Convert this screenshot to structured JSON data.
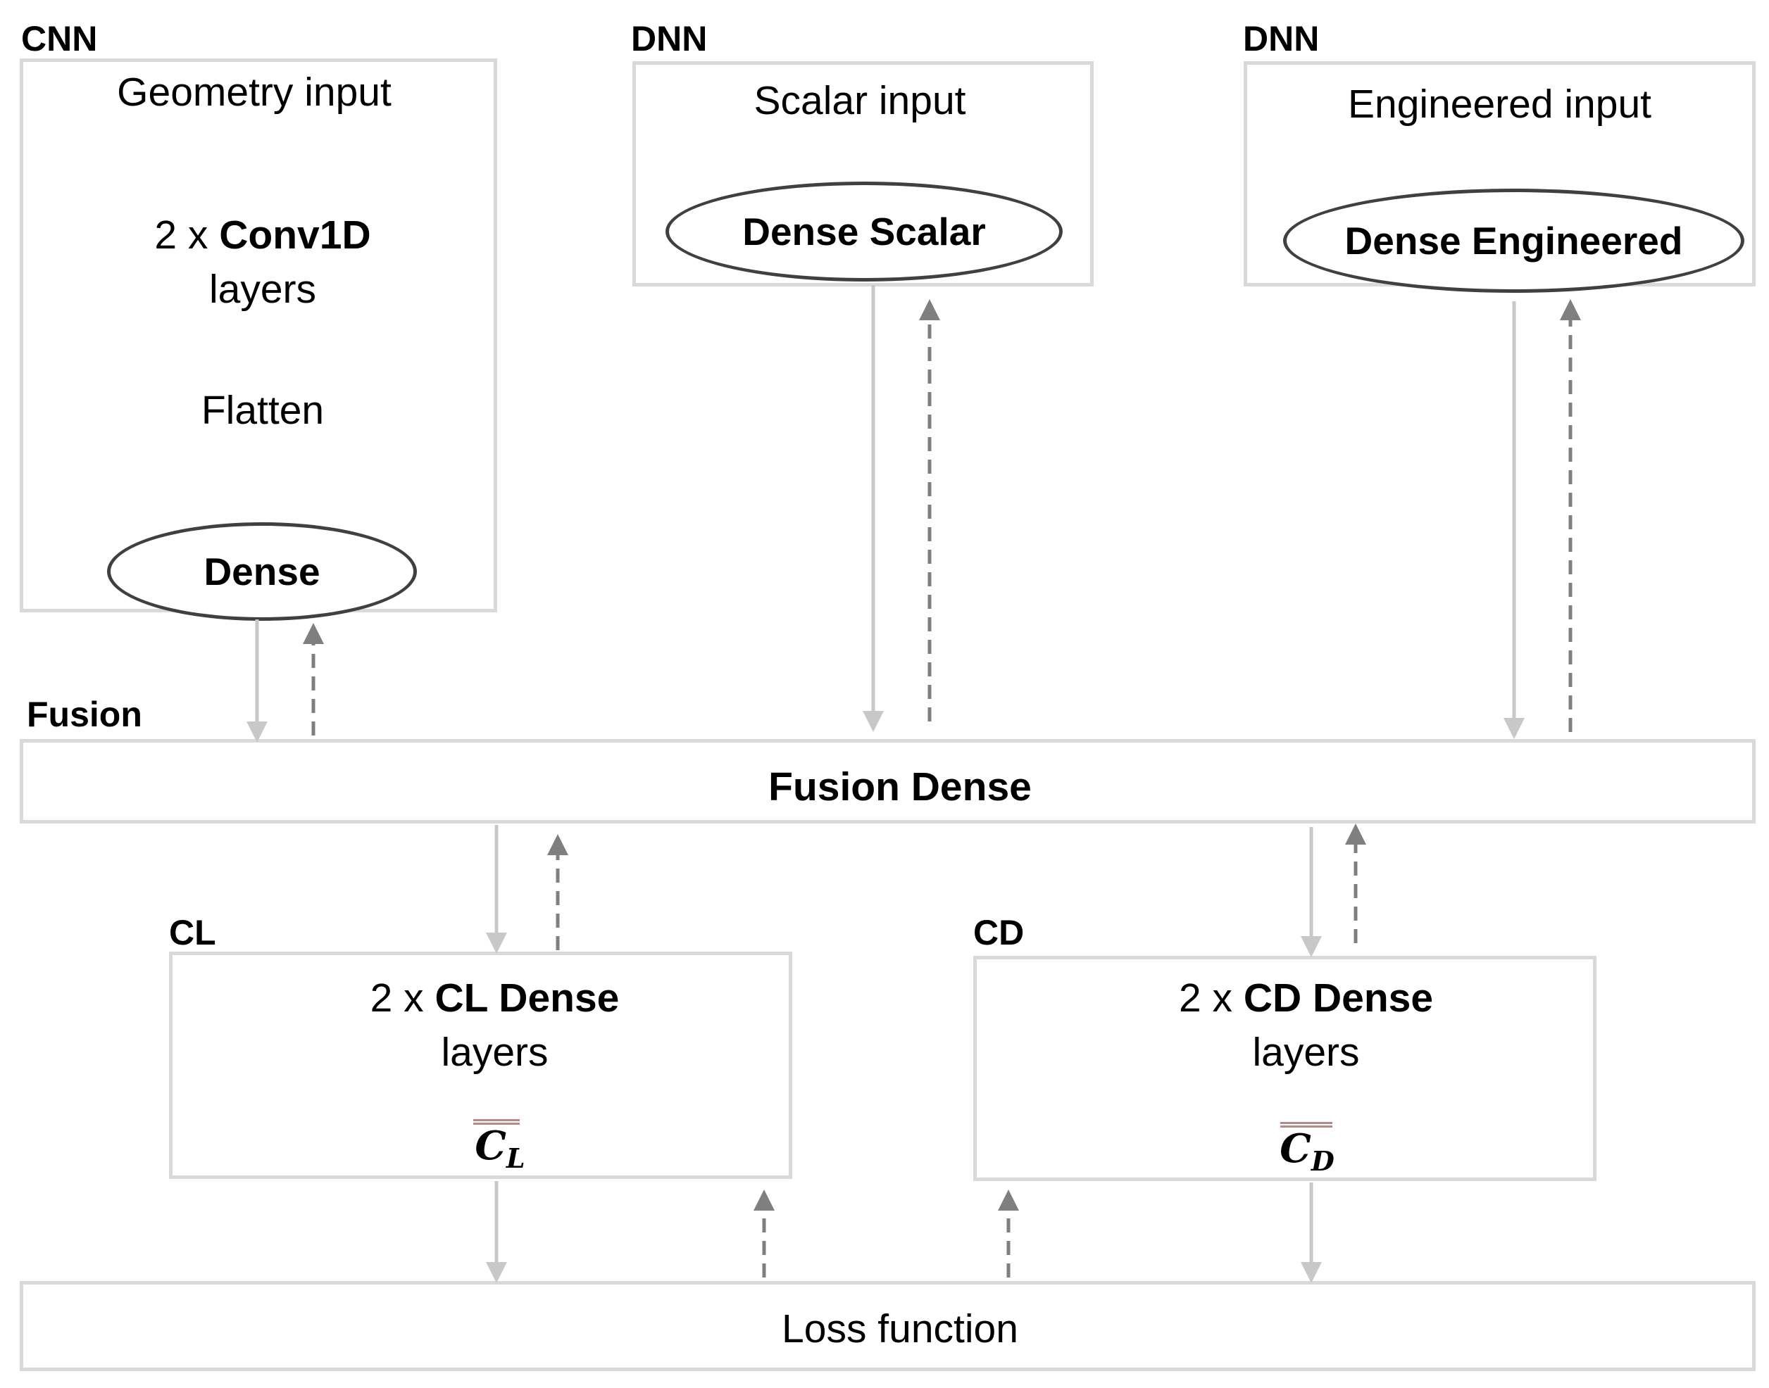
{
  "cnn": {
    "group_label": "CNN",
    "title": "Geometry input",
    "conv_prefix": "2 x ",
    "conv_bold": "Conv1D",
    "conv_suffix": "layers",
    "flatten": "Flatten",
    "dense": "Dense"
  },
  "dnn_scalar": {
    "group_label": "DNN",
    "title": "Scalar input",
    "dense": "Dense Scalar"
  },
  "dnn_engineered": {
    "group_label": "DNN",
    "title": "Engineered input",
    "dense": "Dense Engineered"
  },
  "fusion": {
    "group_label": "Fusion",
    "title": "Fusion Dense"
  },
  "cl": {
    "group_label": "CL",
    "prefix": "2 x ",
    "bold": "CL Dense",
    "suffix": "layers",
    "symbol": "C",
    "subscript": "L"
  },
  "cd": {
    "group_label": "CD",
    "prefix": "2 x ",
    "bold": "CD Dense",
    "suffix": "layers",
    "symbol": "C",
    "subscript": "D"
  },
  "loss": {
    "title": "Loss function"
  },
  "colors": {
    "box_border": "#d9d9d9",
    "oval_border": "#404040",
    "forward_arrow": "#c8c8c8",
    "backward_arrow": "#7f7f7f"
  }
}
